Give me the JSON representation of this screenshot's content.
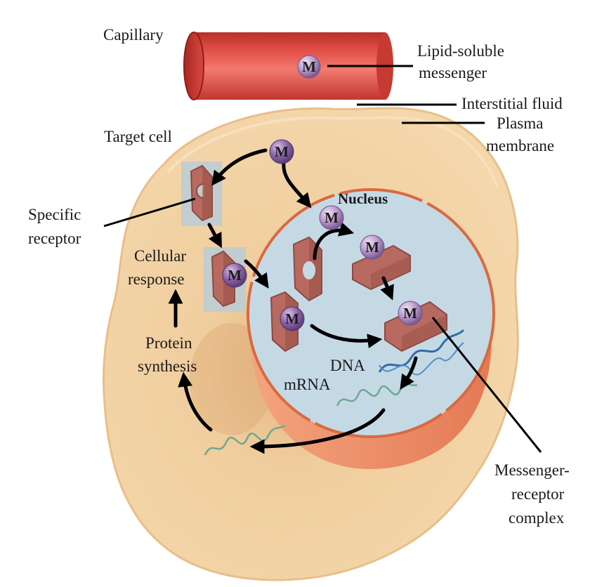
{
  "labels": {
    "capillary": "Capillary",
    "lipid_soluble_messenger": [
      "Lipid-soluble",
      "messenger"
    ],
    "interstitial_fluid": "Interstitial fluid",
    "plasma_membrane": [
      "Plasma",
      "membrane"
    ],
    "target_cell": "Target cell",
    "nucleus": "Nucleus",
    "specific_receptor": [
      "Specific",
      "receptor"
    ],
    "cellular_response": [
      "Cellular",
      "response"
    ],
    "protein_synthesis": [
      "Protein",
      "synthesis"
    ],
    "dna": "DNA",
    "mrna": "mRNA",
    "messenger_receptor_complex": [
      "Messenger-",
      "receptor",
      "complex"
    ]
  },
  "messenger_symbol": "M",
  "colors": {
    "capillary": "#d9433c",
    "cell_fill": "#f2d2a3",
    "cell_outline": "#e3b57d",
    "nucleus_fill": "#c3d8e4",
    "nuclear_envelope": "#e07a50",
    "receptor": "#b86a60",
    "messenger": "#9c7bb0",
    "dna": "#2f6ea8",
    "mrna": "#6ea890"
  }
}
